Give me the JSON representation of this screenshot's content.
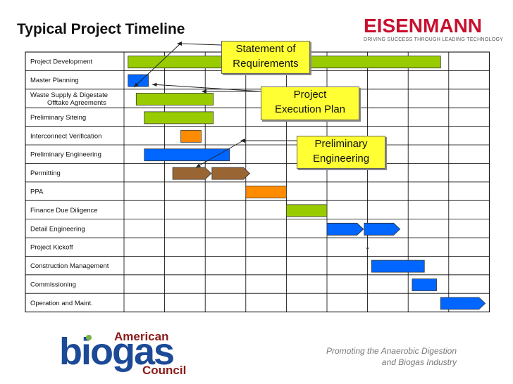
{
  "page": {
    "title": "Typical Project Timeline",
    "brand_name": "EISENMANN",
    "brand_tagline": "DRIVING SUCCESS THROUGH LEADING TECHNOLOGY",
    "footer_tagline_line1": "Promoting the Anaerobic Digestion",
    "footer_tagline_line2": "and Biogas Industry",
    "logo_text_american": "American",
    "logo_text_biogas": "biogas",
    "logo_text_council": "Council"
  },
  "callouts": {
    "statement_of_requirements": [
      "Statement of",
      "Requirements"
    ],
    "project_execution_plan": [
      "Project",
      "Execution Plan"
    ],
    "preliminary_engineering": [
      "Preliminary",
      "Engineering"
    ]
  },
  "colors": {
    "green": "#99cc00",
    "blue": "#0066ff",
    "orange": "#ff8c00",
    "brown": "#996633",
    "callout": "#ffff33",
    "brand_red": "#c8102e"
  },
  "chart_data": {
    "type": "gantt",
    "columns": 9,
    "tasks": [
      {
        "name": "Project Development",
        "start": 0.1,
        "end": 7.8,
        "color": "green",
        "shape": "bar"
      },
      {
        "name": "Master Planning",
        "start": 0.1,
        "end": 0.6,
        "color": "blue",
        "shape": "bar"
      },
      {
        "name": "Waste Supply & Digestate|Offtake Agreements",
        "start": 0.3,
        "end": 2.2,
        "color": "green",
        "shape": "bar"
      },
      {
        "name": "Preliminary Siteing",
        "start": 0.5,
        "end": 2.2,
        "color": "green",
        "shape": "bar"
      },
      {
        "name": "Interconnect Verification",
        "start": 1.4,
        "end": 1.9,
        "color": "orange",
        "shape": "bar"
      },
      {
        "name": "Preliminary Engineering",
        "start": 0.5,
        "end": 2.6,
        "color": "blue",
        "shape": "bar"
      },
      {
        "name": "Permitting",
        "start": 1.2,
        "end": 3.1,
        "color": "brown",
        "shape": "arrows"
      },
      {
        "name": "PPA",
        "start": 3.0,
        "end": 4.0,
        "color": "orange",
        "shape": "bar"
      },
      {
        "name": "Finance Due Diligence",
        "start": 4.0,
        "end": 5.0,
        "color": "green",
        "shape": "bar"
      },
      {
        "name": "Detail Engineering",
        "start": 5.0,
        "end": 6.8,
        "color": "blue",
        "shape": "arrows"
      },
      {
        "name": "Project Kickoff",
        "start": 6.0,
        "end": 6.0,
        "color": "blue",
        "shape": "milestone"
      },
      {
        "name": "Construction Management",
        "start": 6.1,
        "end": 7.4,
        "color": "blue",
        "shape": "bar"
      },
      {
        "name": "Commissioning",
        "start": 7.1,
        "end": 7.7,
        "color": "blue",
        "shape": "bar"
      },
      {
        "name": "Operation and Maint.",
        "start": 7.8,
        "end": 8.9,
        "color": "blue",
        "shape": "arrow"
      }
    ]
  }
}
